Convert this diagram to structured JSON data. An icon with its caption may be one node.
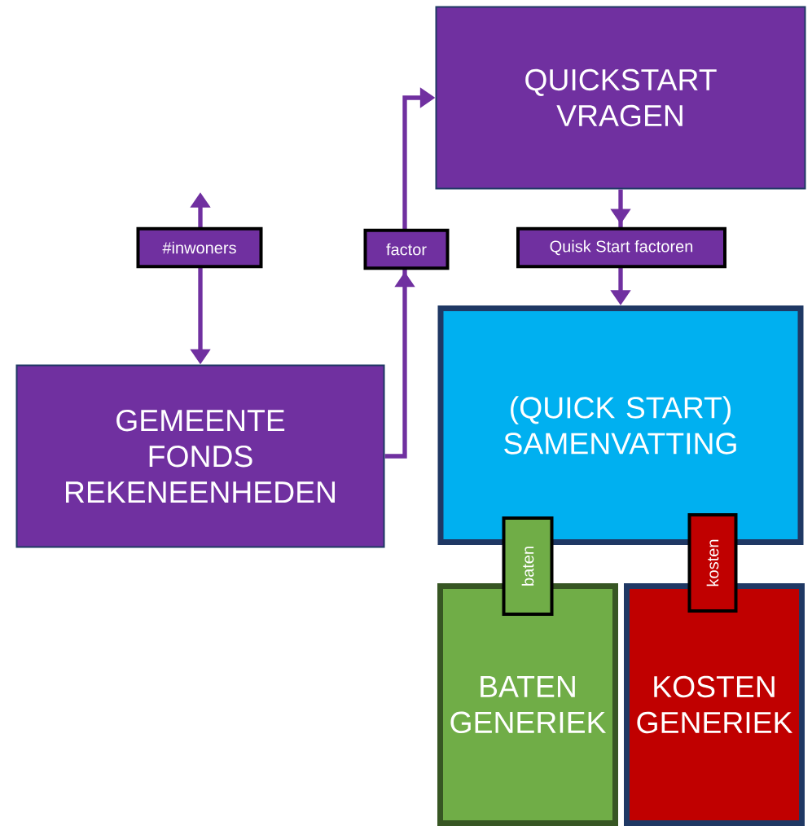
{
  "diagram": {
    "nodes": [
      {
        "text": [
          "QUICKSTART VRAGEN"
        ]
      },
      {
        "text": [
          "GEMEENTE FONDS REKENEENHEDEN"
        ]
      },
      {
        "text": [
          "(QUICK START) SAMENVATTING"
        ]
      },
      {
        "text": [
          "BATEN GENERIEK"
        ]
      },
      {
        "text": [
          "KOSTEN GENERIEK"
        ]
      },
      {
        "text": [
          "baten"
        ]
      },
      {
        "text": [
          "kosten"
        ]
      }
    ],
    "edges": [
      {
        "from": 1,
        "to": null,
        "arrow": "both",
        "label": "#inwoners"
      },
      {
        "from": 1,
        "to": 0,
        "arrow": "to",
        "label": "factor"
      },
      {
        "from": 0,
        "to": 2,
        "arrow": "to",
        "label": "Quisk Start factoren"
      }
    ]
  }
}
